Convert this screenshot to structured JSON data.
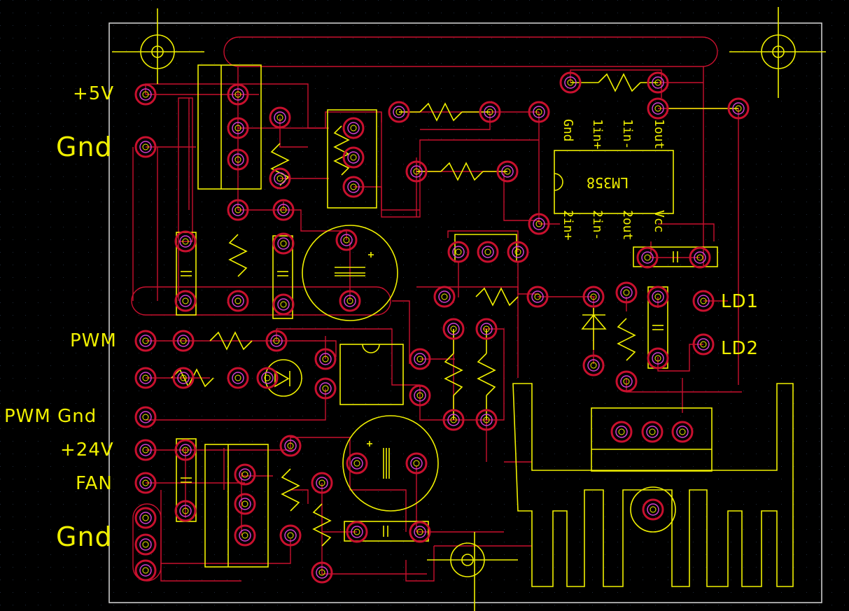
{
  "board": {
    "colors": {
      "background": "#000000",
      "trace": "#c8102e",
      "pad": "#c8102e",
      "drill": "#d040d0",
      "silk": "#f0f000",
      "outline": "#d8d8d8"
    }
  },
  "net_labels": {
    "plus5v": "+5V",
    "gnd_top": "Gnd",
    "pwm": "PWM",
    "pwm_gnd": "PWM Gnd",
    "plus24v": "+24V",
    "fan": "FAN",
    "gnd_bottom": "Gnd",
    "ld1": "LD1",
    "ld2": "LD2"
  },
  "ic": {
    "name": "LM358",
    "pins_top": [
      "Gnd",
      "1in+",
      "1in-",
      "1out"
    ],
    "pins_bottom": [
      "2in+",
      "2in-",
      "2out",
      "Vcc"
    ]
  }
}
